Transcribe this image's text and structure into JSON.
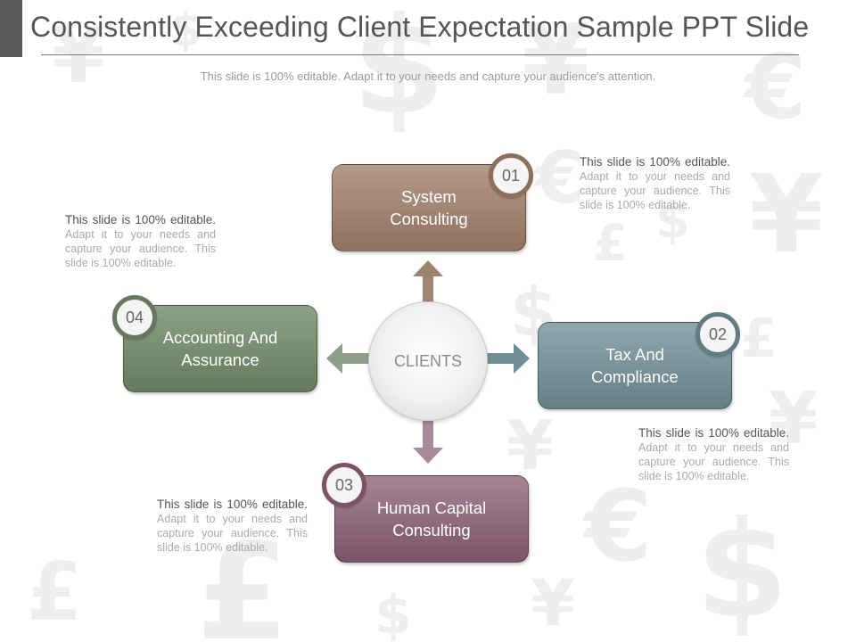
{
  "slide": {
    "title": "Consistently Exceeding Client Expectation Sample PPT Slide",
    "subtitle": "This slide is 100% editable. Adapt it to your needs and capture your audience's attention."
  },
  "center": {
    "label": "CLIENTS"
  },
  "nodes": [
    {
      "number": "01",
      "label": "System Consulting",
      "color": "#9c7f6d"
    },
    {
      "number": "02",
      "label": "Tax And Compliance",
      "color": "#6f8a92"
    },
    {
      "number": "03",
      "label": "Human Capital Consulting",
      "color": "#875f71"
    },
    {
      "number": "04",
      "label": "Accounting And Assurance",
      "color": "#718566"
    }
  ],
  "arrows": [
    {
      "direction": "up",
      "color": "#a08472"
    },
    {
      "direction": "right",
      "color": "#6f8e96"
    },
    {
      "direction": "down",
      "color": "#a8899a"
    },
    {
      "direction": "left",
      "color": "#8ea088"
    }
  ],
  "notes": [
    {
      "lead": "This slide is 100% editable.",
      "body": " Adapt it to your needs and capture your audience. This slide is 100% editable."
    },
    {
      "lead": "This slide is 100% editable.",
      "body": " Adapt it to your needs and capture your audience. This slide is 100% editable."
    },
    {
      "lead": "This slide is 100% editable.",
      "body": " Adapt it to your needs and capture your audience. This slide is 100% editable."
    },
    {
      "lead": "This slide is 100% editable.",
      "body": " Adapt it to your needs and capture your audience. This slide is 100% editable."
    }
  ],
  "background": {
    "icon": "currency-symbols-watermark",
    "color": "#eeeeee",
    "symbols": [
      "¥",
      "$",
      "$",
      "¥",
      "€",
      "€",
      "¥",
      "£",
      "$",
      "$",
      "¥",
      "£",
      "¥",
      "€",
      "$",
      "£",
      "£",
      "$",
      "¥"
    ]
  }
}
